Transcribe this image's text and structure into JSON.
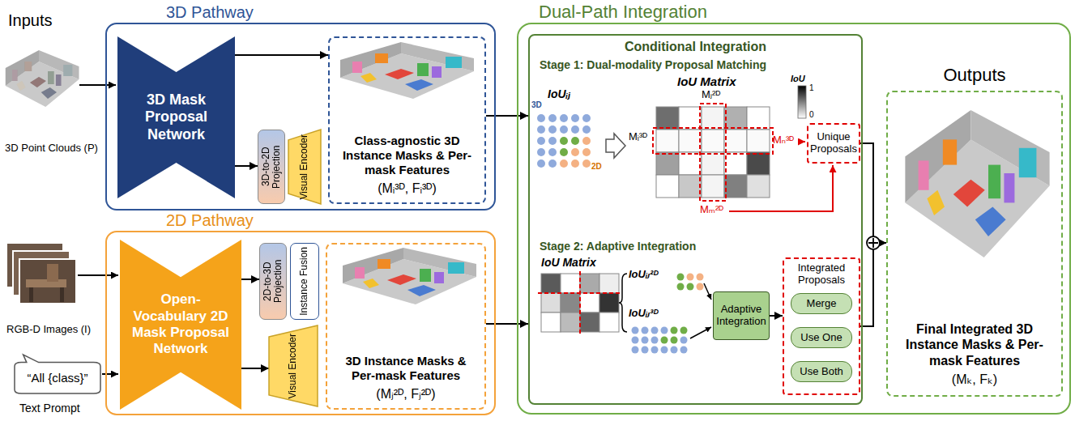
{
  "diagram": {
    "nodes": [
      {
        "text": [
          "3D Pathway"
        ]
      },
      {
        "text": [
          "3D Mask Proposal Network"
        ],
        "in": 0
      },
      {
        "text": [
          "3D-to-2D Projection"
        ],
        "in": 0
      },
      {
        "text": [
          "Visual Encoder"
        ],
        "in": 0
      },
      {
        "text": [
          "Class-agnostic 3D Instance Masks & Per-mask Features",
          "(Mᵢ³ᴰ, Fᵢ³ᴰ)"
        ],
        "in": 0
      },
      {
        "text": [
          "“All {class}”"
        ]
      },
      {
        "text": [
          "2D Pathway"
        ]
      },
      {
        "text": [
          "Open-Vocabulary 2D Mask Proposal Network"
        ],
        "in": 6
      },
      {
        "text": [
          "2D-to-3D Projection"
        ],
        "in": 6
      },
      {
        "text": [
          "Instance Fusion"
        ],
        "in": 6
      },
      {
        "text": [
          "Visual Encoder"
        ],
        "in": 6
      },
      {
        "text": [
          "3D Instance Masks & Per-mask Features",
          "(Mⱼ²ᴰ, Fⱼ²ᴰ)"
        ],
        "in": 6
      },
      {
        "text": [
          "Dual-Path Integration"
        ]
      },
      {
        "text": [
          "Conditional Integration"
        ],
        "in": 12
      },
      {
        "text": [
          "Unique Proposals"
        ],
        "in": 13
      },
      {
        "text": [
          "Adaptive Integration"
        ],
        "in": 13
      },
      {
        "text": [
          "Integrated Proposals"
        ],
        "in": 13
      },
      {
        "text": [
          "Merge"
        ],
        "in": 16
      },
      {
        "text": [
          "Use One"
        ],
        "in": 16
      },
      {
        "text": [
          "Use Both"
        ],
        "in": 16
      },
      {
        "text": [
          "Outputs",
          "Final Integrated 3D Instance Masks & Per-mask Features",
          "(Mₖ, Fₖ)"
        ],
        "in": 12
      }
    ],
    "edges": [
      {
        "from": 1,
        "to": 4,
        "arrow": "to"
      },
      {
        "from": 1,
        "to": 2,
        "arrow": "to"
      },
      {
        "from": 4,
        "to": 13,
        "arrow": "to"
      },
      {
        "from": 7,
        "to": 8,
        "arrow": "to"
      },
      {
        "from": 7,
        "to": 10,
        "arrow": "to"
      },
      {
        "from": 11,
        "to": 13,
        "arrow": "to"
      },
      {
        "from": 15,
        "to": 16,
        "arrow": "to"
      },
      {
        "from": 14,
        "to": 20,
        "arrow": "to"
      },
      {
        "from": 16,
        "to": 20,
        "arrow": "to"
      }
    ],
    "labels": [
      "Inputs",
      "3D Point Clouds (P)",
      "RGB-D Images (I)",
      "Text Prompt",
      "Stage 1: Dual-modality Proposal Matching",
      "IoUᵢⱼ",
      "3D",
      "2D",
      "IoU Matrix",
      "Mⱼ²ᴰ",
      "Mᵢ³ᴰ",
      "IoU",
      "1",
      "0",
      "Mₙ³ᴰ",
      "Mₘ²ᴰ",
      "Stage 2: Adaptive Integration",
      "IoU Matrix",
      "IoUᵢⱼ²ᴰ",
      "IoUᵢⱼ³ᴰ"
    ]
  }
}
